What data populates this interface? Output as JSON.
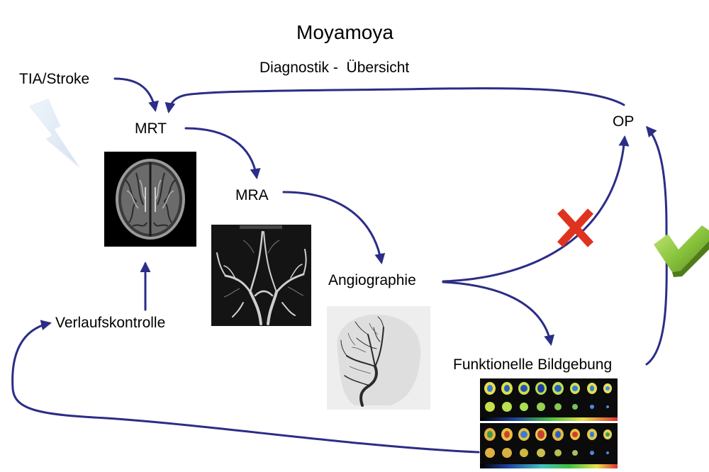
{
  "title": "Moyamoya",
  "subtitle": "Diagnostik -  Übersicht",
  "nodes": {
    "tia": "TIA/Stroke",
    "mrt": "MRT",
    "mra": "MRA",
    "angio": "Angiographie",
    "op": "OP",
    "funktionell": "Funktionelle Bildgebung",
    "verlauf": "Verlaufskontrolle"
  },
  "colors": {
    "arrow": "#2b2d86",
    "cross": "#e0331f",
    "check": "#8cc63f"
  },
  "icons": [
    "lightning-icon",
    "red-cross-icon",
    "green-check-icon"
  ]
}
